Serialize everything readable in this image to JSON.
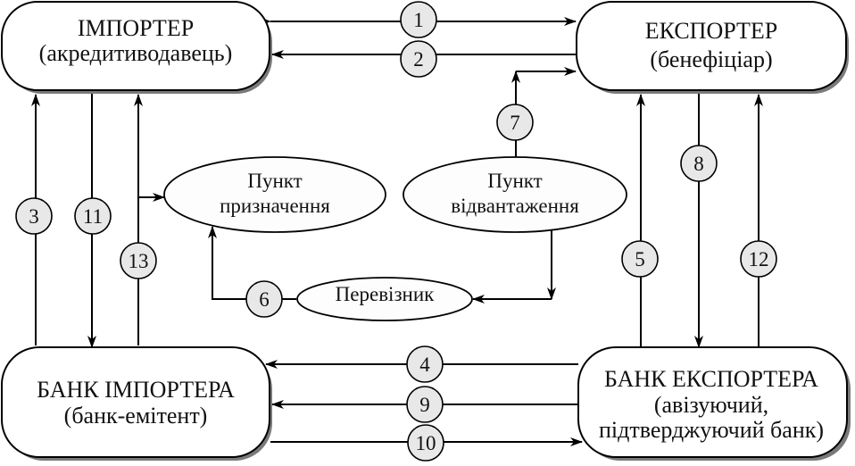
{
  "diagram": {
    "nodes": {
      "importer": {
        "line1": "ІМПОРТЕР",
        "line2": "(акредитиводавець)"
      },
      "exporter": {
        "line1": "ЕКСПОРТЕР",
        "line2": "(бенефіціар)"
      },
      "importer_bank": {
        "line1": "БАНК ІМПОРТЕРА",
        "line2": "(банк-емітент)"
      },
      "exporter_bank": {
        "line1": "БАНК ЕКСПОРТЕРА",
        "line2": "(авізуючий,",
        "line3": "підтверджуючий банк)"
      },
      "destination": {
        "line1": "Пункт",
        "line2": "призначення"
      },
      "shipment": {
        "line1": "Пункт",
        "line2": "відвантаження"
      },
      "carrier": {
        "line1": "Перевізник"
      }
    },
    "steps": [
      "1",
      "2",
      "3",
      "4",
      "5",
      "6",
      "7",
      "8",
      "9",
      "10",
      "11",
      "12",
      "13"
    ],
    "edges": [
      {
        "step": "1",
        "from": "importer",
        "to": "exporter",
        "bidirectional": true
      },
      {
        "step": "2",
        "from": "exporter",
        "to": "importer"
      },
      {
        "step": "3",
        "from": "importer_bank",
        "to": "importer"
      },
      {
        "step": "4",
        "from": "exporter_bank",
        "to": "importer_bank"
      },
      {
        "step": "5",
        "from": "exporter_bank",
        "to": "exporter"
      },
      {
        "step": "6",
        "from": "carrier",
        "to": "destination"
      },
      {
        "step": "7",
        "from": "shipment",
        "to": "exporter"
      },
      {
        "step": "8",
        "from": "exporter",
        "to": "exporter_bank"
      },
      {
        "step": "9",
        "from": "exporter_bank",
        "to": "importer_bank"
      },
      {
        "step": "10",
        "from": "importer_bank",
        "to": "exporter_bank"
      },
      {
        "step": "11",
        "from": "importer",
        "to": "importer_bank"
      },
      {
        "step": "12",
        "from": "exporter_bank",
        "to": "exporter"
      },
      {
        "step": "13",
        "from": "importer_bank",
        "to": "importer"
      },
      {
        "step": "",
        "from": "importer_bank",
        "to": "destination",
        "note": "branch from line 13"
      },
      {
        "step": "",
        "from": "shipment",
        "to": "carrier"
      }
    ]
  }
}
